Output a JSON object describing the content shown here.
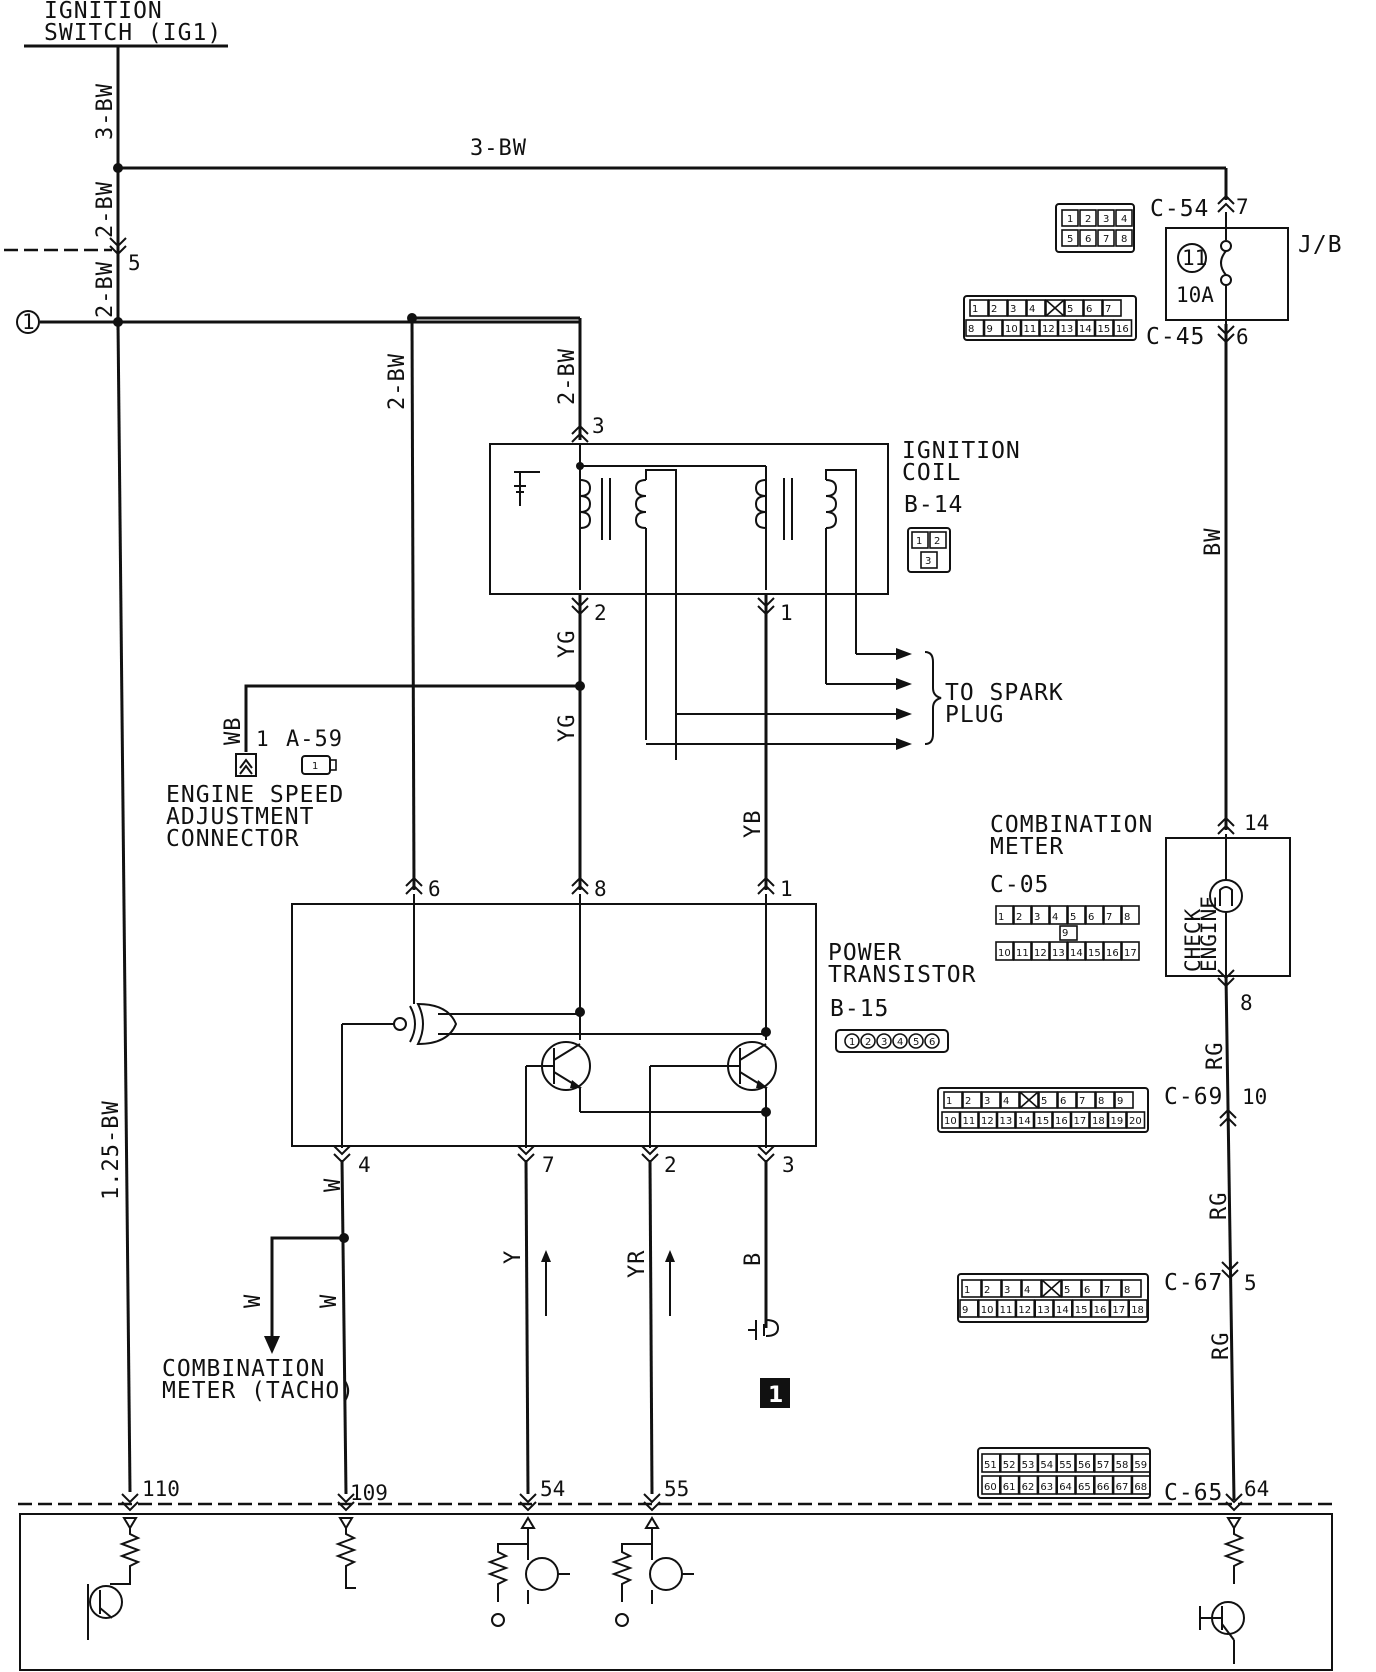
{
  "power_source": {
    "line1": "IGNITION",
    "line2": "SWITCH (IG1)"
  },
  "wires": {
    "main_vertical": "3-BW",
    "top_horizontal": "3-BW",
    "branch_a": "2-BW",
    "branch_b": "2-BW",
    "transistor_feed": "2-BW",
    "coil_feed": "2-BW",
    "ecu_feed": "1.25-BW",
    "coil_yg_upper": "YG",
    "coil_yg_lower": "YG",
    "coil_yb": "YB",
    "speed_conn": "WB",
    "jb_out": "BW",
    "meter_rg_1": "RG",
    "meter_rg_2": "RG",
    "meter_rg_3": "RG",
    "tacho_w_1": "W",
    "tacho_w_2": "W",
    "tacho_w_3": "W",
    "ecu_y": "Y",
    "ecu_yr": "YR",
    "ground_b": "B"
  },
  "connector_ref": "1",
  "ground_ref": "1",
  "components": {
    "junction_block": {
      "label": "J/B",
      "fuse_number": "11",
      "fuse_rating": "10A"
    },
    "ignition_coil": {
      "line1": "IGNITION",
      "line2": "COIL",
      "code": "B-14"
    },
    "spark_plug": {
      "line1": "TO SPARK",
      "line2": "PLUG"
    },
    "speed_connector": {
      "line1": "ENGINE SPEED",
      "line2": "ADJUSTMENT",
      "line3": "CONNECTOR",
      "code": "A-59",
      "pin": "1"
    },
    "power_transistor": {
      "line1": "POWER",
      "line2": "TRANSISTOR",
      "code": "B-15"
    },
    "combination_meter": {
      "line1": "COMBINATION",
      "line2": "METER",
      "code": "C-05",
      "lamp_line1": "CHECK",
      "lamp_line2": "ENGINE"
    },
    "tacho": {
      "line1": "COMBINATION",
      "line2": "METER (TACHO)"
    }
  },
  "connectors": {
    "c54": "C-54",
    "c45": "C-45",
    "c69": "C-69",
    "c67": "C-67",
    "c65": "C-65"
  },
  "pins": {
    "ig_5": "5",
    "jb_7": "7",
    "jb_6": "6",
    "coil_3": "3",
    "coil_2": "2",
    "coil_1": "1",
    "pt_6": "6",
    "pt_8": "8",
    "pt_1": "1",
    "pt_4": "4",
    "pt_7": "7",
    "pt_2": "2",
    "pt_3": "3",
    "meter_14": "14",
    "meter_8": "8",
    "c69_10": "10",
    "c67_5": "5",
    "ecu_110": "110",
    "ecu_109": "109",
    "ecu_54": "54",
    "ecu_55": "55",
    "ecu_64": "64"
  },
  "connector_faces": {
    "c54": [
      [
        "1",
        "2",
        "3",
        "4"
      ],
      [
        "5",
        "6",
        "7",
        "8"
      ]
    ],
    "c45": [
      [
        "1",
        "2",
        "3",
        "4",
        "",
        "5",
        "6",
        "7"
      ],
      [
        "8",
        "9",
        "10",
        "11",
        "12",
        "13",
        "14",
        "15",
        "16"
      ]
    ],
    "b14": [
      [
        "1",
        "2"
      ],
      [
        "3"
      ]
    ],
    "a59": [
      "1"
    ],
    "c05": [
      [
        "1",
        "2",
        "3",
        "4",
        "5",
        "6",
        "7",
        "8"
      ],
      [
        "9"
      ],
      [
        "10",
        "11",
        "12",
        "13",
        "14",
        "15",
        "16",
        "17"
      ]
    ],
    "b15": [
      "1",
      "2",
      "3",
      "4",
      "5",
      "6"
    ],
    "c69": [
      [
        "1",
        "2",
        "3",
        "4",
        "",
        "5",
        "6",
        "7",
        "8",
        "9"
      ],
      [
        "10",
        "11",
        "12",
        "13",
        "14",
        "15",
        "16",
        "17",
        "18",
        "19",
        "20"
      ]
    ],
    "c67": [
      [
        "1",
        "2",
        "3",
        "4",
        "",
        "5",
        "6",
        "7",
        "8"
      ],
      [
        "9",
        "10",
        "11",
        "12",
        "13",
        "14",
        "15",
        "16",
        "17",
        "18"
      ]
    ],
    "c65": [
      [
        "51",
        "52",
        "53",
        "54",
        "55",
        "56",
        "57",
        "58",
        "59"
      ],
      [
        "60",
        "61",
        "62",
        "63",
        "64",
        "65",
        "66",
        "67",
        "68"
      ]
    ]
  }
}
